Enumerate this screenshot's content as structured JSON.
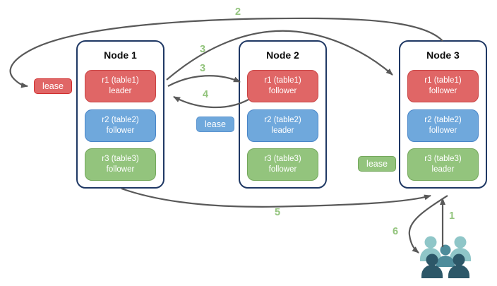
{
  "nodes": [
    {
      "title": "Node 1",
      "replicas": [
        {
          "name": "r1 (table1)",
          "role": "leader",
          "color": "red"
        },
        {
          "name": "r2 (table2)",
          "role": "follower",
          "color": "blue"
        },
        {
          "name": "r3 (table3)",
          "role": "follower",
          "color": "green"
        }
      ]
    },
    {
      "title": "Node 2",
      "replicas": [
        {
          "name": "r1 (table1)",
          "role": "follower",
          "color": "red"
        },
        {
          "name": "r2 (table2)",
          "role": "leader",
          "color": "blue"
        },
        {
          "name": "r3 (table3)",
          "role": "follower",
          "color": "green"
        }
      ]
    },
    {
      "title": "Node 3",
      "replicas": [
        {
          "name": "r1 (table1)",
          "role": "follower",
          "color": "red"
        },
        {
          "name": "r2 (table2)",
          "role": "follower",
          "color": "blue"
        },
        {
          "name": "r3 (table3)",
          "role": "leader",
          "color": "green"
        }
      ]
    }
  ],
  "leases": [
    {
      "label": "lease",
      "color": "red"
    },
    {
      "label": "lease",
      "color": "blue"
    },
    {
      "label": "lease",
      "color": "green"
    }
  ],
  "steps": {
    "s1": "1",
    "s2": "2",
    "s3a": "3",
    "s3b": "3",
    "s4": "4",
    "s5": "5",
    "s6": "6"
  },
  "icons": {
    "users": "users-group-icon"
  },
  "colors": {
    "replica_red": "#e06666",
    "replica_blue": "#6fa8dc",
    "replica_green": "#93c47d",
    "node_border": "#1f3864",
    "arrow_gray": "#595959",
    "step_label_green": "#93c47d",
    "users_light_teal": "#8fc6c8",
    "users_mid_teal": "#4e8c9b",
    "users_dark_teal": "#2c5768"
  }
}
